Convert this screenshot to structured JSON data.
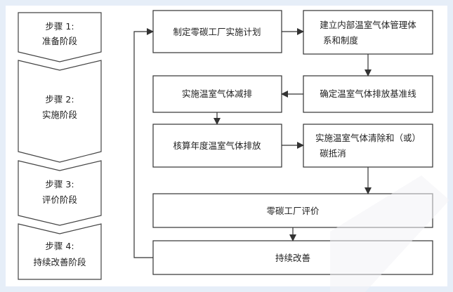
{
  "stages": [
    {
      "line1": "步骤 1:",
      "line2": "准备阶段"
    },
    {
      "line1": "步骤 2:",
      "line2": "实施阶段"
    },
    {
      "line1": "步骤 3:",
      "line2": "评价阶段"
    },
    {
      "line1": "步骤 4:",
      "line2": "持续改善阶段"
    }
  ],
  "boxes": {
    "plan": "制定零碳工厂实施计划",
    "system_l1": "建立内部温室气体管理体",
    "system_l2": "系和制度",
    "baseline": "确定温室气体排放基准线",
    "reduce": "实施温室气体减排",
    "verify": "核算年度温室气体排放",
    "offset_l1": "实施温室气体清除和（或）",
    "offset_l2": "碳抵消",
    "evaluate": "零碳工厂评价",
    "improve": "持续改善"
  }
}
